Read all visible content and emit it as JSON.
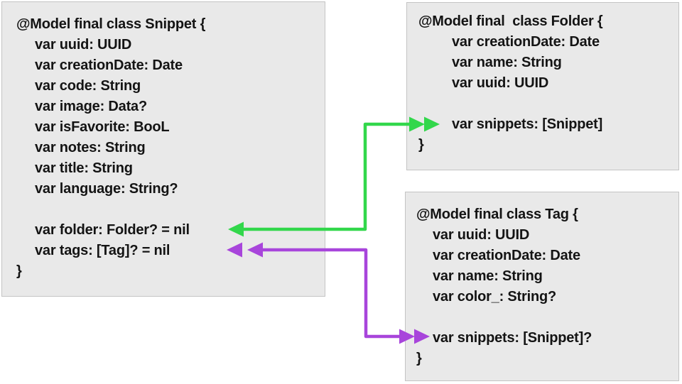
{
  "diagram": {
    "background": "#FFFFFF",
    "box_fill": "#E9E9E9",
    "box_border": "#C4C4C4",
    "text_color": "#141414"
  },
  "boxes": {
    "snippet": {
      "lines": [
        {
          "text": "@Model final class Snippet {",
          "indent": 0
        },
        {
          "text": "var uuid: UUID",
          "indent": 1
        },
        {
          "text": "var creationDate: Date",
          "indent": 1
        },
        {
          "text": "var code: String",
          "indent": 1
        },
        {
          "text": "var image: Data?",
          "indent": 1
        },
        {
          "text": "var isFavorite: BooL",
          "indent": 1
        },
        {
          "text": "var notes: String",
          "indent": 1
        },
        {
          "text": "var title: String",
          "indent": 1
        },
        {
          "text": "var language: String?",
          "indent": 1
        },
        {
          "text": "",
          "indent": 0
        },
        {
          "text": "var folder: Folder? = nil",
          "indent": 1
        },
        {
          "text": "var tags: [Tag]? = nil",
          "indent": 1
        },
        {
          "text": "}",
          "indent": 0
        }
      ]
    },
    "folder": {
      "lines": [
        {
          "text": "@Model final  class Folder {",
          "indent": 0
        },
        {
          "text": "var creationDate: Date",
          "indent": 1
        },
        {
          "text": "var name: String",
          "indent": 1
        },
        {
          "text": "var uuid: UUID",
          "indent": 1
        },
        {
          "text": "",
          "indent": 0
        },
        {
          "text": "var snippets: [Snippet]",
          "indent": 1
        },
        {
          "text": "}",
          "indent": 0
        }
      ]
    },
    "tag": {
      "lines": [
        {
          "text": "@Model final class Tag {",
          "indent": 0
        },
        {
          "text": "var uuid: UUID",
          "indent": 1
        },
        {
          "text": "var creationDate: Date",
          "indent": 1
        },
        {
          "text": "var name: String",
          "indent": 1
        },
        {
          "text": "var color_: String?",
          "indent": 1
        },
        {
          "text": "",
          "indent": 0
        },
        {
          "text": "var snippets: [Snippet]?",
          "indent": 1
        },
        {
          "text": "}",
          "indent": 0
        }
      ]
    }
  },
  "arrows": {
    "folder_snippet": {
      "color": "#32D74B"
    },
    "tag_snippet": {
      "color": "#A845DB"
    }
  }
}
